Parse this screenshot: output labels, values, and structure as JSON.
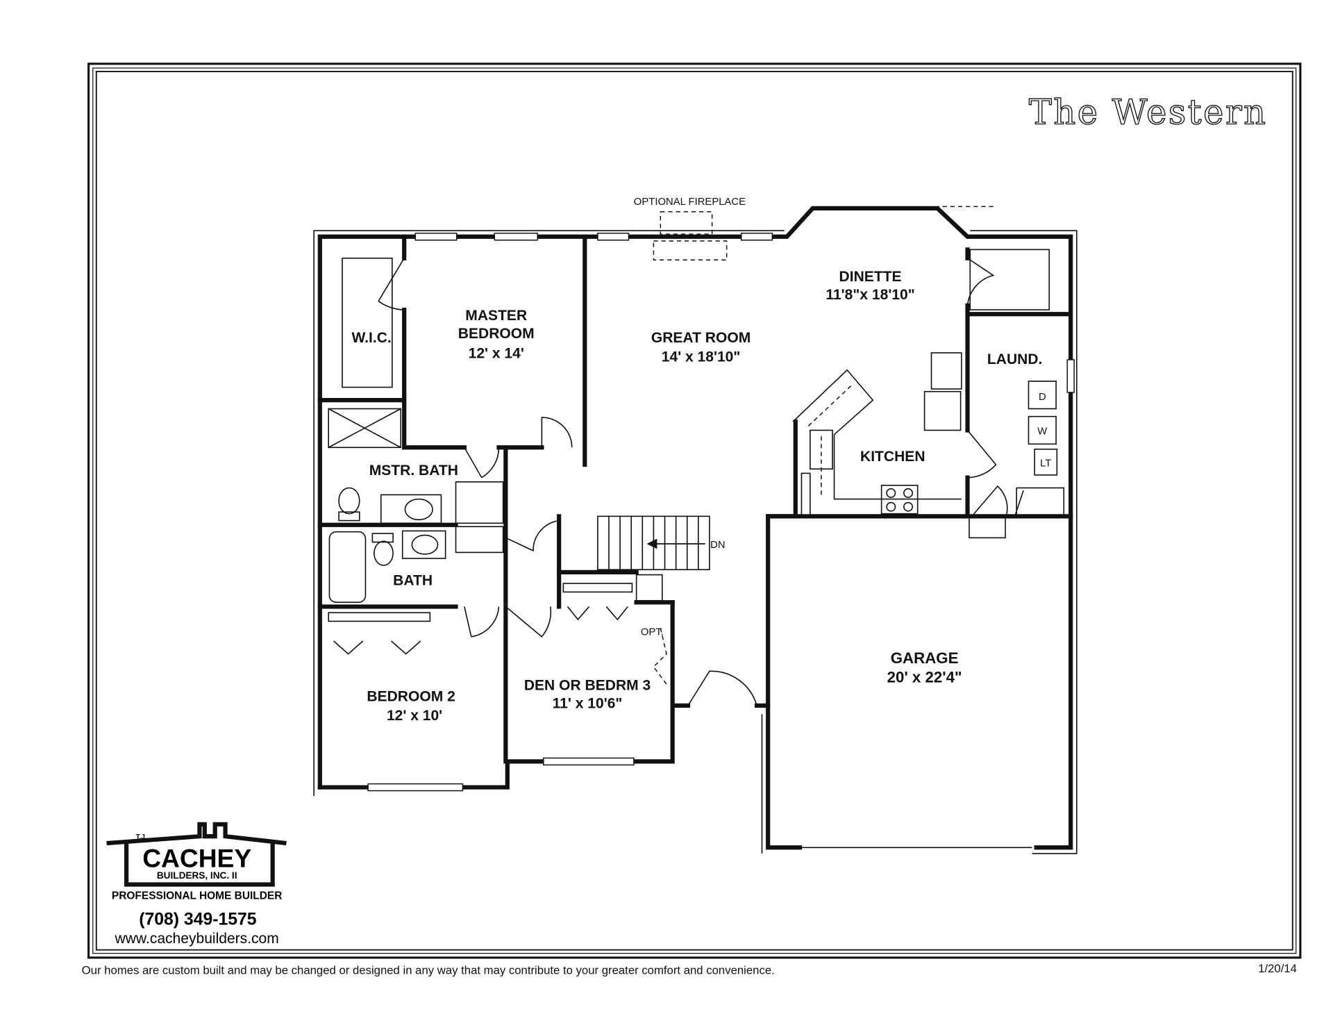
{
  "plan_title": "The Western",
  "annotations": {
    "fireplace": "OPTIONAL FIREPLACE",
    "stairs_dn": "DN",
    "opt": "OPT."
  },
  "rooms": {
    "master_bedroom": {
      "name_line1": "MASTER",
      "name_line2": "BEDROOM",
      "size": "12' x 14'"
    },
    "wic": {
      "name": "W.I.C."
    },
    "master_bath": {
      "name": "MSTR. BATH"
    },
    "bath": {
      "name": "BATH"
    },
    "great_room": {
      "name": "GREAT ROOM",
      "size": "14' x 18'10\""
    },
    "dinette": {
      "name": "DINETTE",
      "size": "11'8\"x 18'10\""
    },
    "kitchen": {
      "name": "KITCHEN"
    },
    "laundry": {
      "name": "LAUND.",
      "appliances": [
        "D",
        "W",
        "LT"
      ]
    },
    "bedroom2": {
      "name": "BEDROOM 2",
      "size": "12' x 10'"
    },
    "den": {
      "name": "DEN OR BEDRM 3",
      "size": "11' x 10'6\""
    },
    "garage": {
      "name": "GARAGE",
      "size": "20' x 22'4\""
    }
  },
  "logo": {
    "small": "T.J.",
    "name": "CACHEY",
    "sub": "BUILDERS, INC. II"
  },
  "company": {
    "tagline": "PROFESSIONAL HOME BUILDER",
    "phone": "(708) 349-1575",
    "website": "www.cacheybuilders.com"
  },
  "footer": {
    "disclaimer": "Our homes are custom built and may be changed or designed in any way that may contribute to your greater comfort and convenience.",
    "date": "1/20/14"
  }
}
